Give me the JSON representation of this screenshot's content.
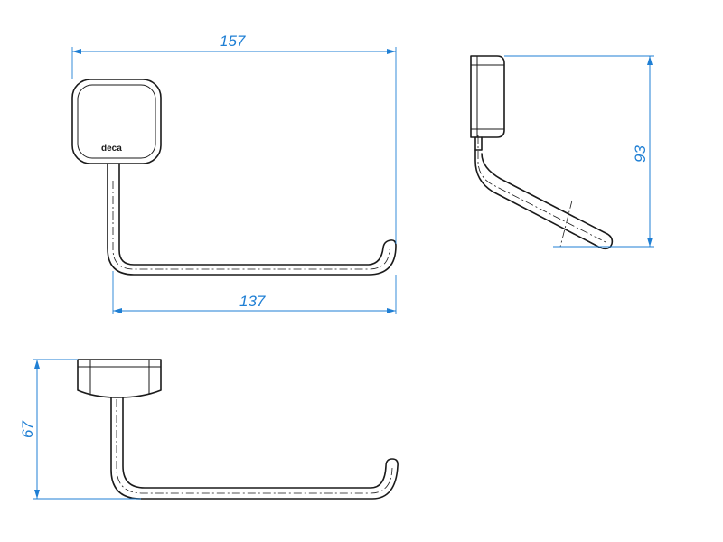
{
  "drawing": {
    "brand": "deca",
    "dimensions": {
      "overall_width": "157",
      "bar_length": "137",
      "height_side": "93",
      "depth_bottom": "67"
    },
    "colors": {
      "dimension": "#1f7fd4",
      "outline": "#1a1a1a",
      "background": "#ffffff"
    }
  }
}
